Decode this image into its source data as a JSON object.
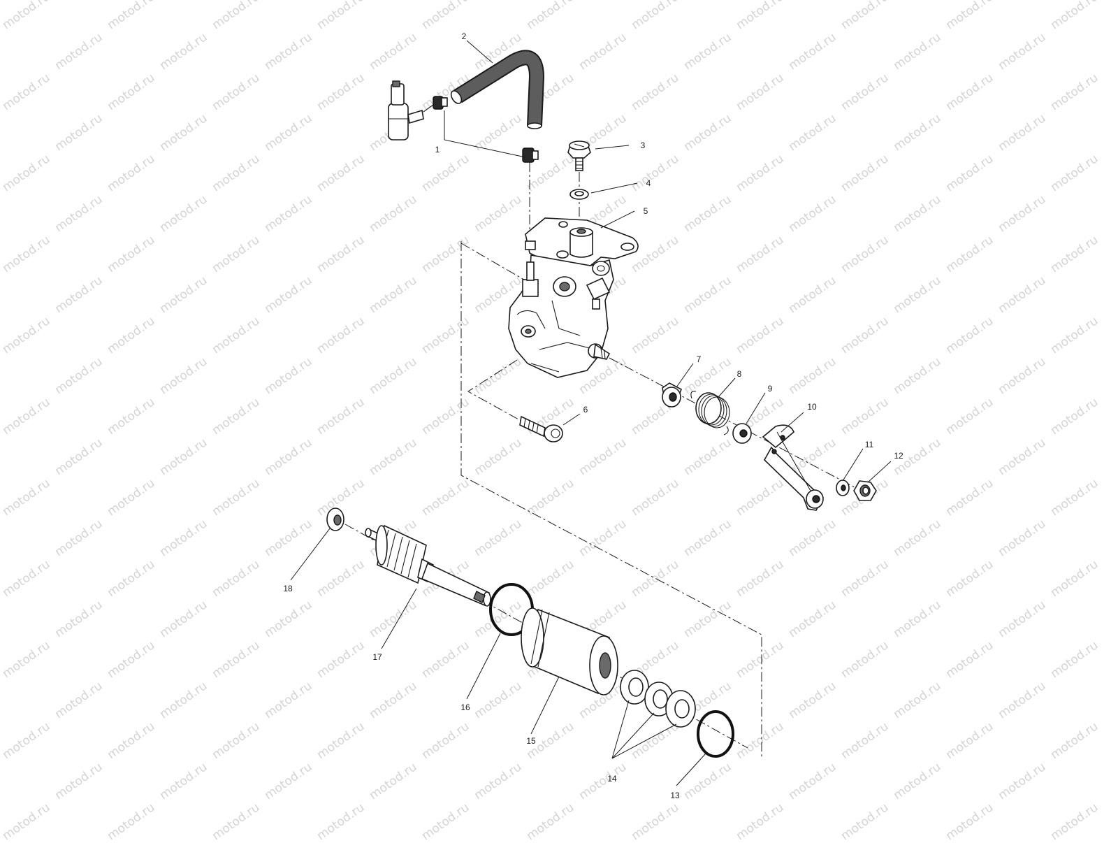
{
  "watermark": {
    "text": "motod.ru",
    "color": "#d4d4d4"
  },
  "diagram": {
    "type": "exploded-parts-diagram",
    "callouts": [
      "1",
      "2",
      "3",
      "4",
      "5",
      "6",
      "7",
      "8",
      "9",
      "10",
      "11",
      "12",
      "13",
      "14",
      "15",
      "16",
      "17",
      "18"
    ]
  },
  "parts": [
    {
      "id": "1",
      "name": "hose-clamp"
    },
    {
      "id": "2",
      "name": "oil-hose"
    },
    {
      "id": "3",
      "name": "bleed-screw"
    },
    {
      "id": "4",
      "name": "washer"
    },
    {
      "id": "5",
      "name": "oil-pump-body"
    },
    {
      "id": "6",
      "name": "mounting-bolt"
    },
    {
      "id": "7",
      "name": "collar"
    },
    {
      "id": "8",
      "name": "return-spring"
    },
    {
      "id": "9",
      "name": "washer"
    },
    {
      "id": "10",
      "name": "control-lever"
    },
    {
      "id": "11",
      "name": "lock-washer"
    },
    {
      "id": "12",
      "name": "nut"
    },
    {
      "id": "13",
      "name": "o-ring"
    },
    {
      "id": "14",
      "name": "shim-washers"
    },
    {
      "id": "15",
      "name": "bushing"
    },
    {
      "id": "16",
      "name": "o-ring"
    },
    {
      "id": "17",
      "name": "drive-gear-shaft"
    },
    {
      "id": "18",
      "name": "thrust-washer"
    }
  ]
}
